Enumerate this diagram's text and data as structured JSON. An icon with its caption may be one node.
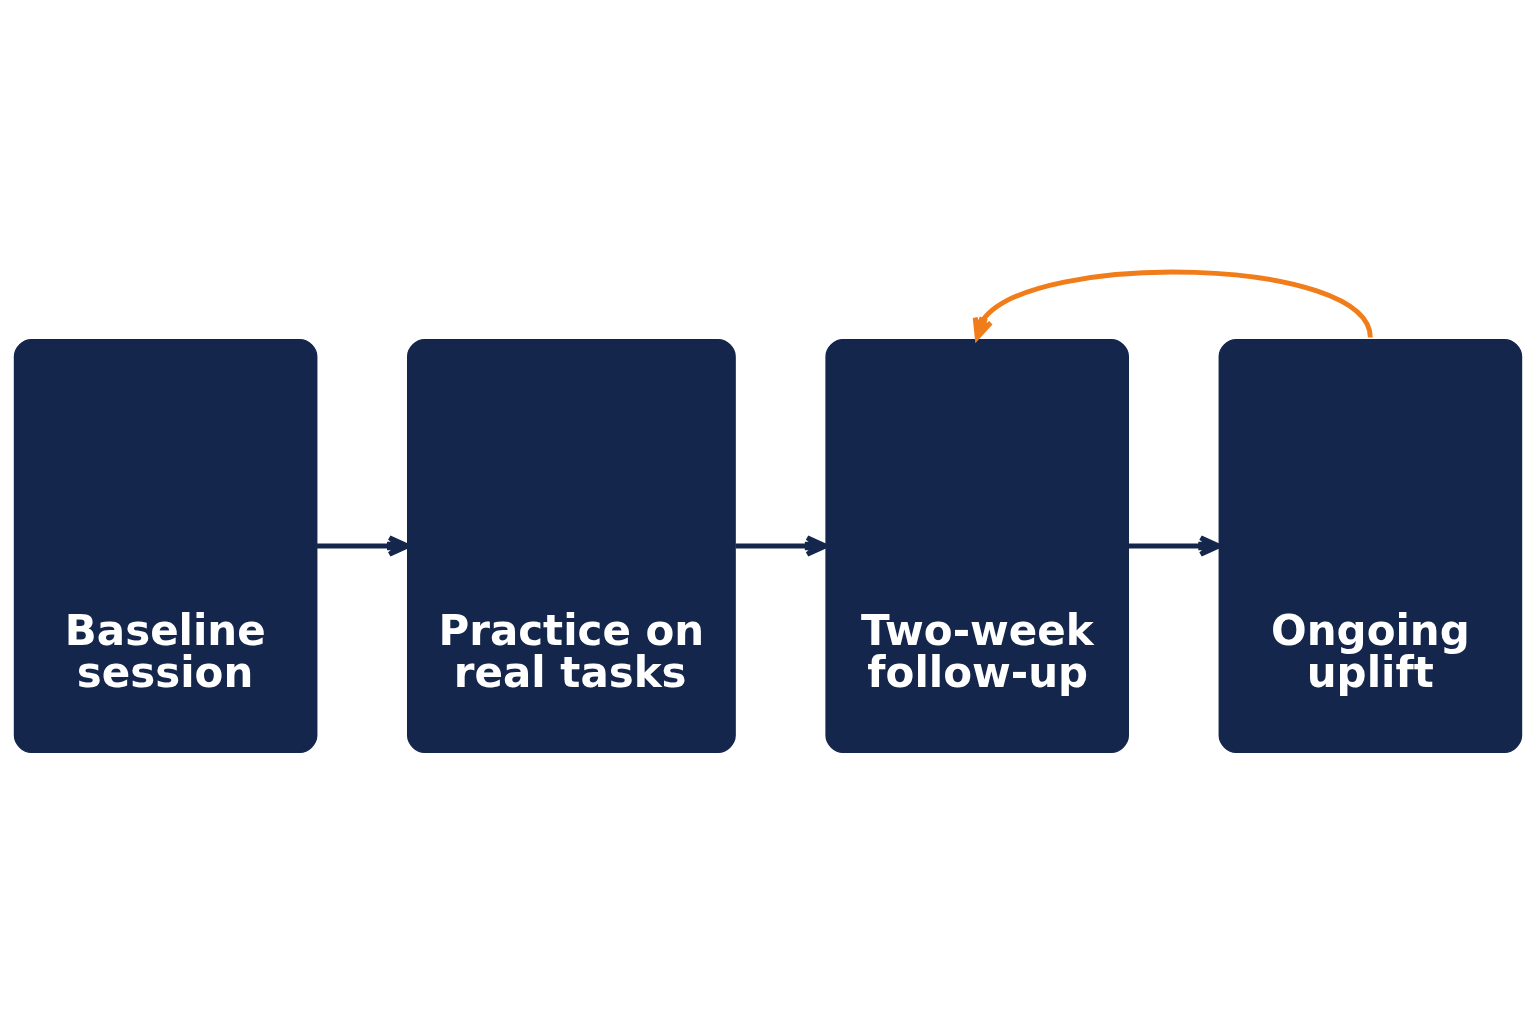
{
  "diagram": {
    "nodes": [
      {
        "text": [
          "Baseline session"
        ]
      },
      {
        "text": [
          "Practice on real tasks"
        ]
      },
      {
        "text": [
          "Two-week follow-up"
        ]
      },
      {
        "text": [
          "Ongoing uplift"
        ]
      }
    ],
    "edges": [
      {
        "from": 0,
        "to": 1,
        "arrow": "to"
      },
      {
        "from": 1,
        "to": 2,
        "arrow": "to"
      },
      {
        "from": 2,
        "to": 3,
        "arrow": "to"
      },
      {
        "from": 3,
        "to": 2,
        "arrow": "to",
        "color": "#f07d1a"
      }
    ]
  }
}
